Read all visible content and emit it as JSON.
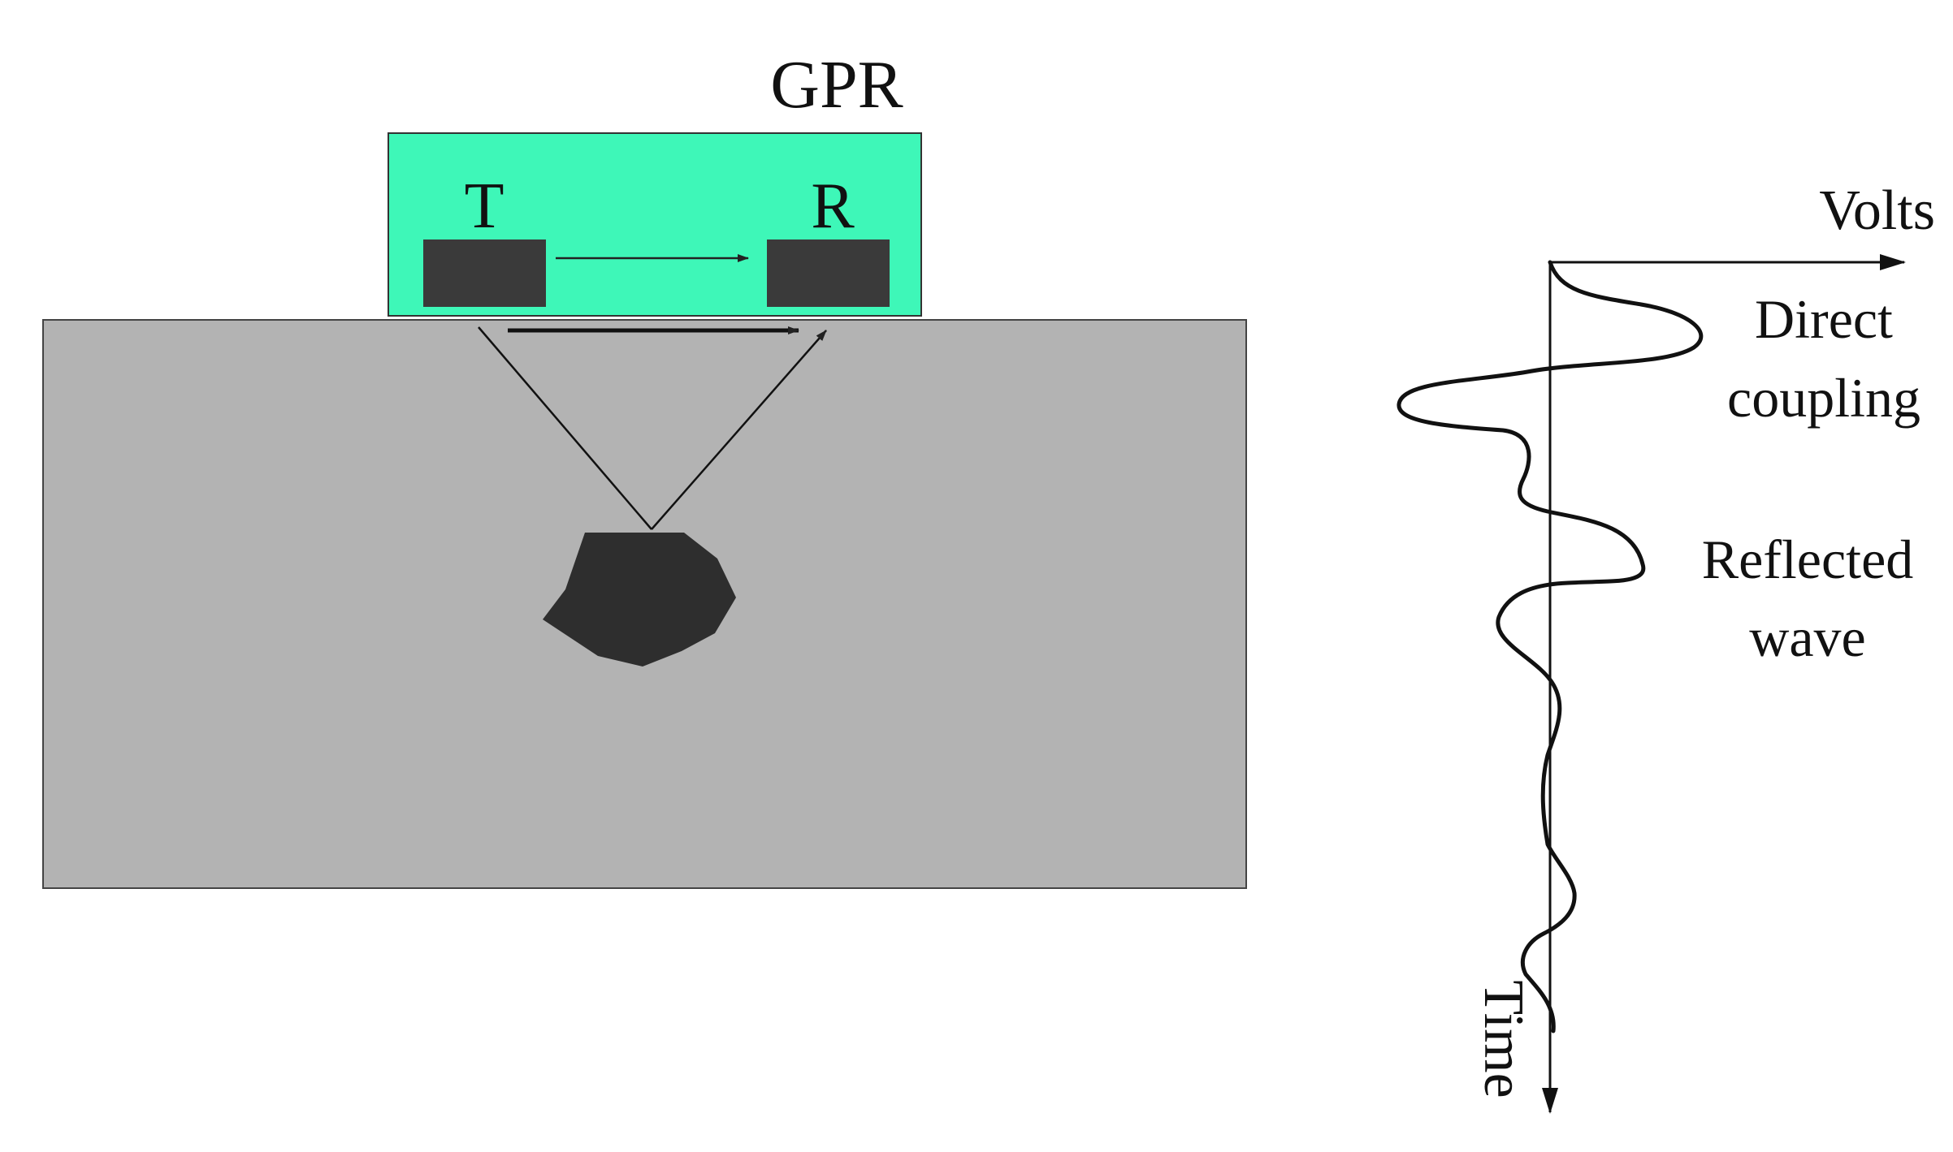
{
  "device": {
    "title": "GPR",
    "transmitter_label": "T",
    "receiver_label": "R"
  },
  "waveform": {
    "x_axis_label": "Volts",
    "y_axis_label": "Time",
    "annotations": {
      "direct_line1": "Direct",
      "direct_line2": "coupling",
      "reflected_line1": "Reflected",
      "reflected_line2": "wave"
    }
  },
  "colors": {
    "gpr_box": "#3ef7b8",
    "ground": "#b3b3b3",
    "antenna": "#3a3a3a",
    "target": "#2e2e2e"
  }
}
